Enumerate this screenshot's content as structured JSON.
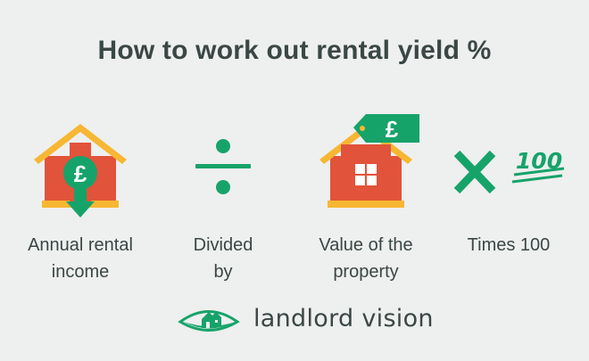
{
  "title": "How to work out rental yield %",
  "steps": [
    {
      "line1": "Annual rental",
      "line2": "income",
      "icon": "house-pound-down-arrow-icon"
    },
    {
      "line1": "Divided",
      "line2": "by",
      "icon": "division-sign-icon"
    },
    {
      "line1": "Value of the",
      "line2": "property",
      "icon": "house-price-tag-icon"
    },
    {
      "line1": "Times 100",
      "line2": "",
      "icon": "multiply-hundred-icon"
    }
  ],
  "icon_glyphs": {
    "pound": "£",
    "hundred": "100"
  },
  "logo": {
    "text": "landlord vision",
    "icon": "eye-house-logo-icon"
  },
  "colors": {
    "background": "#eeefef",
    "house_body": "#e1533a",
    "roof": "#f7b733",
    "green": "#16a36a",
    "text": "#3a4745"
  }
}
